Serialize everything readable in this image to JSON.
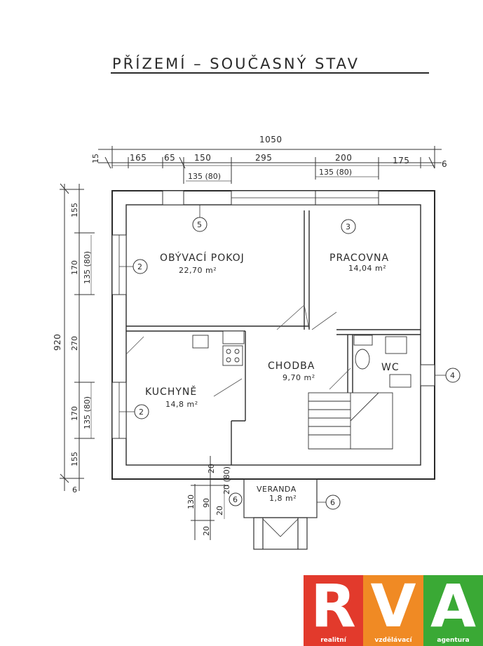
{
  "title": "PŘÍZEMÍ – SOUČASNÝ STAV",
  "dimensions": {
    "total_width": "1050",
    "top_segments": [
      "165",
      "65",
      "150",
      "295",
      "200",
      "175",
      "6"
    ],
    "left_corner": "15",
    "window_left": "135 (80)",
    "window_right": "135 (80)",
    "total_height": "920",
    "left_segments": [
      "155",
      "170",
      "270",
      "170",
      "155",
      "6"
    ],
    "left_windows": [
      "135 (80)",
      "135 (80)"
    ],
    "veranda_segments": [
      "130",
      "90",
      "20",
      "20",
      "20 (80)",
      "20"
    ]
  },
  "rooms": [
    {
      "name": "OBÝVACÍ POKOJ",
      "area": "22,70 m²",
      "tag": "5"
    },
    {
      "name": "PRACOVNA",
      "area": "14,04 m²",
      "tag": "3"
    },
    {
      "name": "KUCHYNĚ",
      "area": "14,8 m²"
    },
    {
      "name": "CHODBA",
      "area": "9,70 m²"
    },
    {
      "name": "WC"
    },
    {
      "name": "VERANDA",
      "area": "1,8 m²"
    }
  ],
  "tags": {
    "living_side": "2",
    "kitchen_side": "2",
    "right_side": "4",
    "veranda_left": "6",
    "veranda_right": "6"
  },
  "logo": {
    "letters": [
      "R",
      "V",
      "A"
    ],
    "captions": [
      "realitní",
      "vzdělávací",
      "agentura"
    ],
    "colors": [
      "#e23a2c",
      "#f08a24",
      "#3aa935"
    ]
  }
}
